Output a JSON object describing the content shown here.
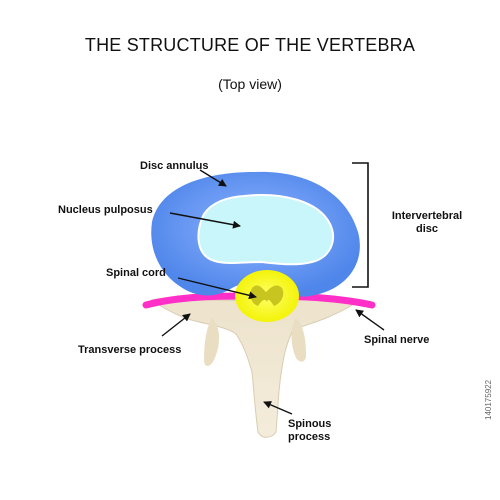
{
  "title": "THE STRUCTURE OF THE VERTEBRA",
  "subtitle": "(Top view)",
  "labels": {
    "disc_annulus": "Disc annulus",
    "nucleus_pulposus": "Nucleus pulposus",
    "spinal_cord": "Spinal cord",
    "transverse_process": "Transverse process",
    "intervertebral_disc_line1": "Intervertebral",
    "intervertebral_disc_line2": "disc",
    "spinal_nerve": "Spinal nerve",
    "spinous_process_line1": "Spinous",
    "spinous_process_line2": "process"
  },
  "stock_id": "140175922",
  "colors": {
    "disc_annulus": "#5b8ff0",
    "nucleus_pulposus": "#c9f6fb",
    "spinal_cord": "#ffff00",
    "spinal_nerve": "#ff33cc",
    "bone": "#eee0c4"
  }
}
